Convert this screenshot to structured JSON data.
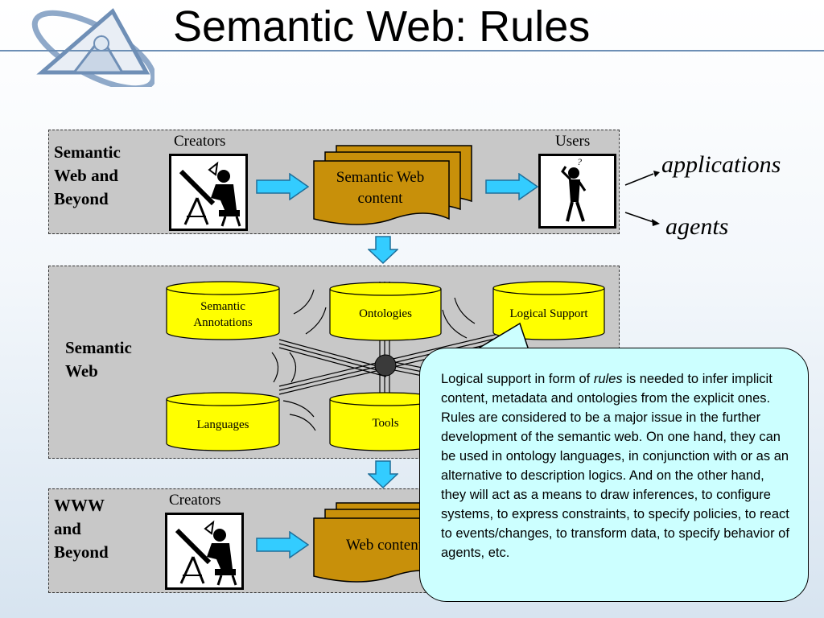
{
  "title": "Semantic Web: Rules",
  "top_panel": {
    "label": "Semantic\nWeb and\nBeyond",
    "creators_label": "Creators",
    "users_label": "Users",
    "content_label": "Semantic Web\ncontent",
    "user_question_mark": "?"
  },
  "outputs": {
    "applications": "applications",
    "agents": "agents"
  },
  "middle_panel": {
    "label": "Semantic\nWeb",
    "cylinders": [
      {
        "label": "Semantic\nAnnotations"
      },
      {
        "label": "Ontologies"
      },
      {
        "label": "Logical Support"
      },
      {
        "label": "Languages"
      },
      {
        "label": "Tools"
      }
    ]
  },
  "bottom_panel": {
    "label": "WWW\nand\nBeyond",
    "creators_label": "Creators",
    "content_label": "Web content"
  },
  "callout": {
    "text_before": "Logical support in form of ",
    "text_emph": "rules",
    "text_after": " is needed to infer implicit content, metadata and ontologies from the explicit ones. Rules are considered to be a major issue in the further development of the semantic web. On one hand, they can be used in ontology languages, in conjunction with or as an alternative to description logics. And on the other hand, they will act as a means to draw inferences, to configure systems, to express constraints, to specify policies, to react to events/changes, to transform data, to specify behavior of agents, etc."
  },
  "colors": {
    "panel": "#c8c8c8",
    "cylinder": "#ffff00",
    "document": "#c8900a",
    "arrow": "#33ccff",
    "callout": "#ccffff"
  }
}
